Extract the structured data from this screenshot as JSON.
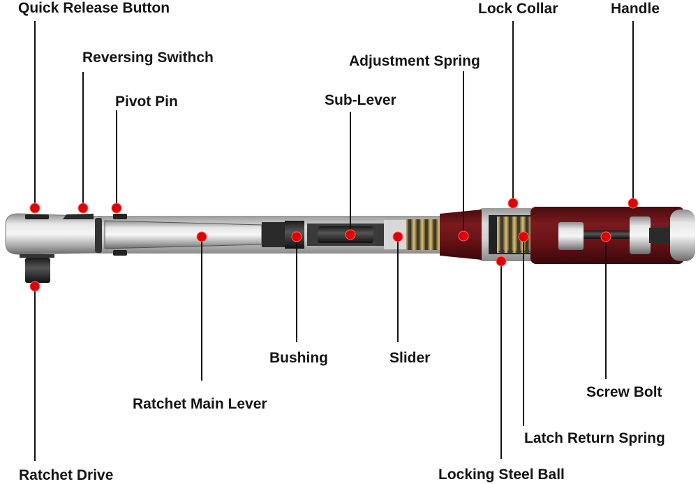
{
  "diagram": {
    "subject": "Torque wrench cutaway",
    "colors": {
      "marker": "#e00000",
      "leader": "#111111",
      "handle": "#6e1418",
      "steel": "#c8c8c8",
      "spring": "#b59a55"
    },
    "callouts": [
      {
        "id": "quick-release-button",
        "label": "Quick Release Button"
      },
      {
        "id": "reversing-switch",
        "label": "Reversing Swithch"
      },
      {
        "id": "pivot-pin",
        "label": "Pivot Pin"
      },
      {
        "id": "sub-lever",
        "label": "Sub-Lever"
      },
      {
        "id": "adjustment-spring",
        "label": "Adjustment Spring"
      },
      {
        "id": "lock-collar",
        "label": "Lock Collar"
      },
      {
        "id": "handle",
        "label": "Handle"
      },
      {
        "id": "ratchet-drive",
        "label": "Ratchet Drive"
      },
      {
        "id": "ratchet-main-lever",
        "label": "Ratchet Main Lever"
      },
      {
        "id": "bushing",
        "label": "Bushing"
      },
      {
        "id": "slider",
        "label": "Slider"
      },
      {
        "id": "screw-bolt",
        "label": "Screw Bolt"
      },
      {
        "id": "latch-return-spring",
        "label": "Latch Return Spring"
      },
      {
        "id": "locking-steel-ball",
        "label": "Locking Steel Ball"
      }
    ]
  }
}
